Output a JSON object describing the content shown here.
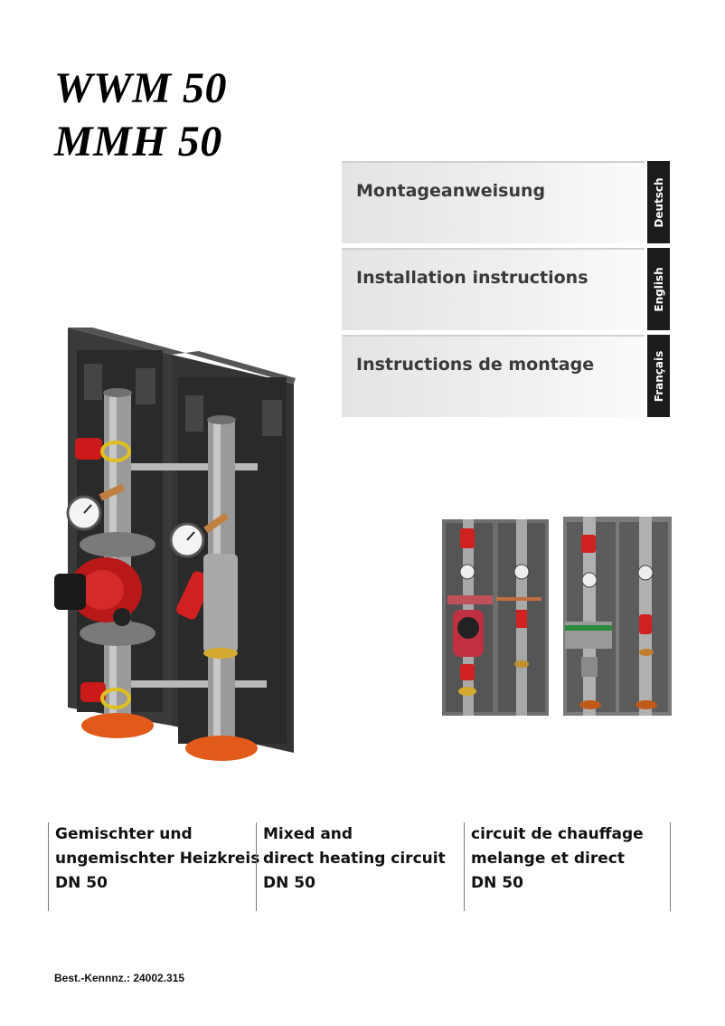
{
  "titles": {
    "line1": "WWM 50",
    "line2": "MMH 50"
  },
  "languages": [
    {
      "label": "Montageanweisung",
      "tab": "Deutsch"
    },
    {
      "label": "Installation instructions",
      "tab": "English"
    },
    {
      "label": "Instructions de montage",
      "tab": "Français"
    }
  ],
  "columns": [
    {
      "line1": "Gemischter und",
      "line2": "ungemischter Heizkreis",
      "line3": "DN 50"
    },
    {
      "line1": "Mixed and",
      "line2": "direct heating circuit",
      "line3": "DN 50"
    },
    {
      "line1": "circuit de chauffage",
      "line2": "melange et direct",
      "line3": "DN 50"
    }
  ],
  "order_number": "Best.-Kennnz.: 24002.315"
}
